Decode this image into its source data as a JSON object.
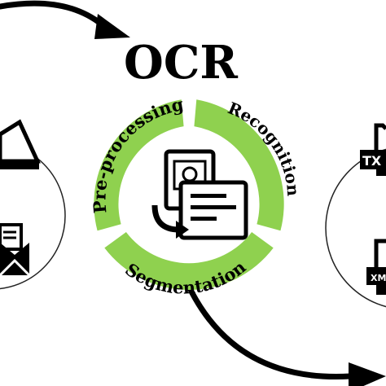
{
  "title": "OCR",
  "cycle": {
    "segments": [
      {
        "label": "Pre-processing"
      },
      {
        "label": "Recognition"
      },
      {
        "label": "Segmentation"
      }
    ]
  },
  "outputs": [
    {
      "label": "TX"
    },
    {
      "label": "XM"
    }
  ],
  "colors": {
    "accent": "#8fd14f",
    "ink": "#000000",
    "background": "#ffffff"
  },
  "icons": {
    "input_top": "scanner-icon",
    "input_bottom": "mail-envelope-icon",
    "center": "document-to-text-conversion-icon",
    "output_top": "txt-file-icon",
    "output_bottom": "xml-file-icon"
  }
}
